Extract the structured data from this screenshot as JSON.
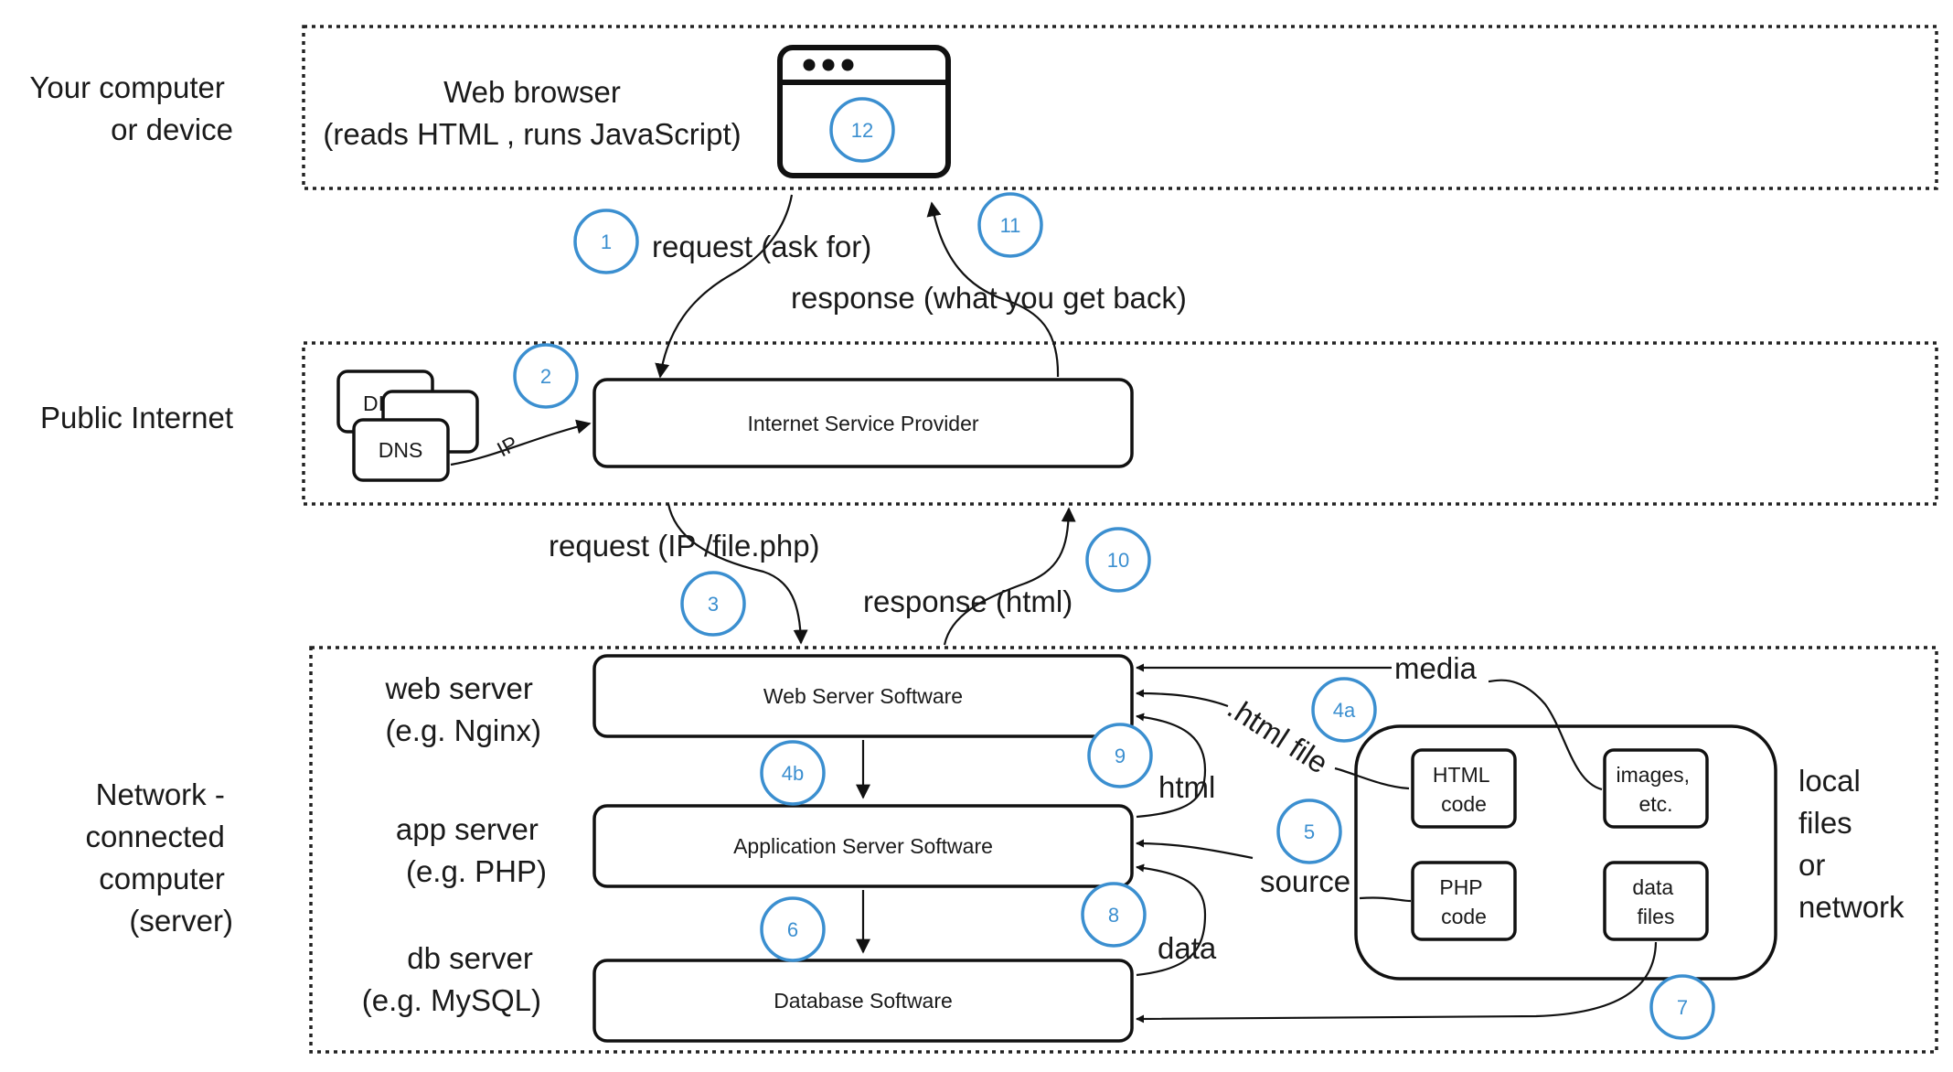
{
  "layers": {
    "client": [
      "Your computer",
      "or device"
    ],
    "internet": "Public Internet",
    "server": [
      "Network -",
      "connected",
      "computer",
      "(server)"
    ]
  },
  "browser": {
    "title": "Web browser",
    "subtitle": "(reads HTML , runs JavaScript)"
  },
  "nodes": {
    "isp": "Internet Service Provider",
    "dns_back": "DI",
    "dns_front": "DNS",
    "web_server_software": "Web Server Software",
    "app_server_software": "Application Server Software",
    "db_software": "Database Software"
  },
  "server_labels": {
    "web": [
      "web server",
      "(e.g. Nginx)"
    ],
    "app": [
      "app server",
      "(e.g. PHP)"
    ],
    "db": [
      "db server",
      "(e.g. MySQL)"
    ]
  },
  "local_files": {
    "label": [
      "local",
      "files",
      "or",
      "network"
    ],
    "html_code": [
      "HTML",
      "code"
    ],
    "images": [
      "images,",
      "etc."
    ],
    "php_code": [
      "PHP",
      "code"
    ],
    "data_files": [
      "data",
      "files"
    ]
  },
  "edges": {
    "request_ask": "request (ask for)",
    "response_back": "response (what you get back)",
    "dns_ip": "IP",
    "request_ip": "request (IP /file.php)",
    "response_html": "response (html)",
    "media": "media",
    "html_file": ".html file",
    "html": "html",
    "source": "source",
    "data": "data"
  },
  "steps": [
    "1",
    "2",
    "3",
    "4a",
    "4b",
    "5",
    "6",
    "7",
    "8",
    "9",
    "10",
    "11",
    "12"
  ]
}
